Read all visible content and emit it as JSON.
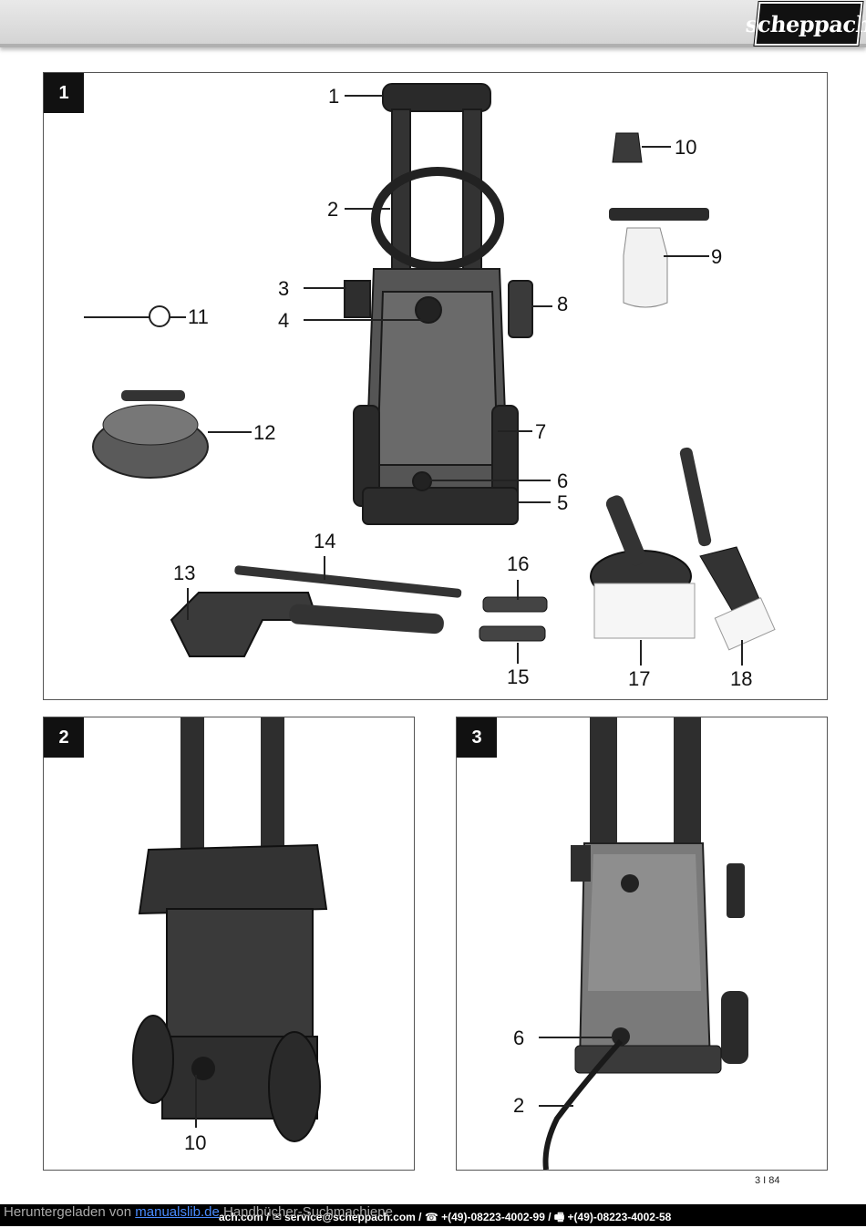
{
  "header": {
    "brand": "scheppach"
  },
  "figures": [
    {
      "number": "1",
      "callouts": [
        "1",
        "2",
        "3",
        "4",
        "5",
        "6",
        "7",
        "8",
        "9",
        "10",
        "11",
        "12",
        "13",
        "14",
        "15",
        "16",
        "17",
        "18"
      ]
    },
    {
      "number": "2",
      "callouts": [
        "10"
      ]
    },
    {
      "number": "3",
      "callouts": [
        "6",
        "2"
      ]
    }
  ],
  "page_number": "3 I 84",
  "footer": {
    "contact": "ach.com / ✉ service@scheppach.com / ☎ +(49)-08223-4002-99 / 🖷 +(49)-08223-4002-58",
    "download_prefix": "Heruntergeladen von ",
    "download_link": "manualslib.de",
    "download_suffix": " Handbücher-Suchmachiene"
  }
}
